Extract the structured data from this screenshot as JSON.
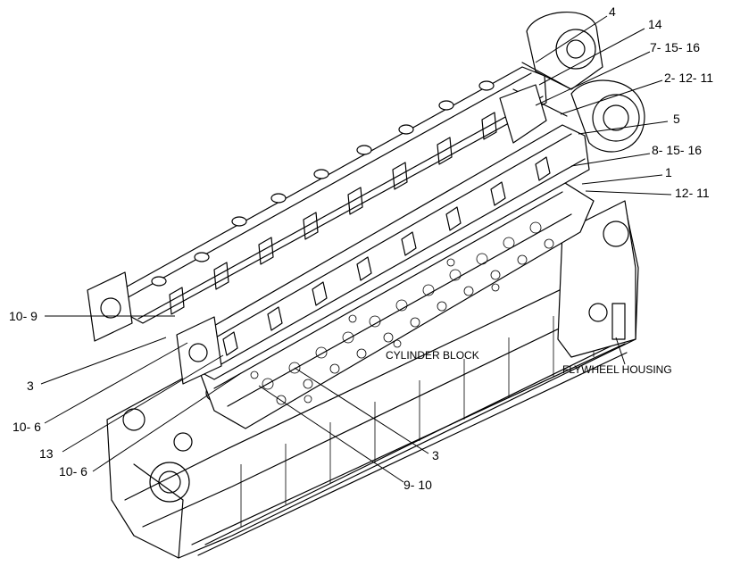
{
  "callouts": [
    {
      "id": "4",
      "text": "4"
    },
    {
      "id": "14",
      "text": "14"
    },
    {
      "id": "7-15-16",
      "text": "7- 15- 16"
    },
    {
      "id": "2-12-11",
      "text": "2- 12- 11"
    },
    {
      "id": "5",
      "text": "5"
    },
    {
      "id": "8-15-16",
      "text": "8- 15- 16"
    },
    {
      "id": "1",
      "text": "1"
    },
    {
      "id": "12-11",
      "text": "12- 11"
    },
    {
      "id": "10-9",
      "text": "10- 9"
    },
    {
      "id": "3-left",
      "text": "3"
    },
    {
      "id": "10-6-a",
      "text": "10- 6"
    },
    {
      "id": "13",
      "text": "13"
    },
    {
      "id": "10-6-b",
      "text": "10- 6"
    },
    {
      "id": "3-bottom",
      "text": "3"
    },
    {
      "id": "9-10",
      "text": "9- 10"
    }
  ],
  "part_labels": {
    "cylinder_block": "CYLINDER BLOCK",
    "flywheel_housing": "FLYWHEEL HOUSING"
  }
}
